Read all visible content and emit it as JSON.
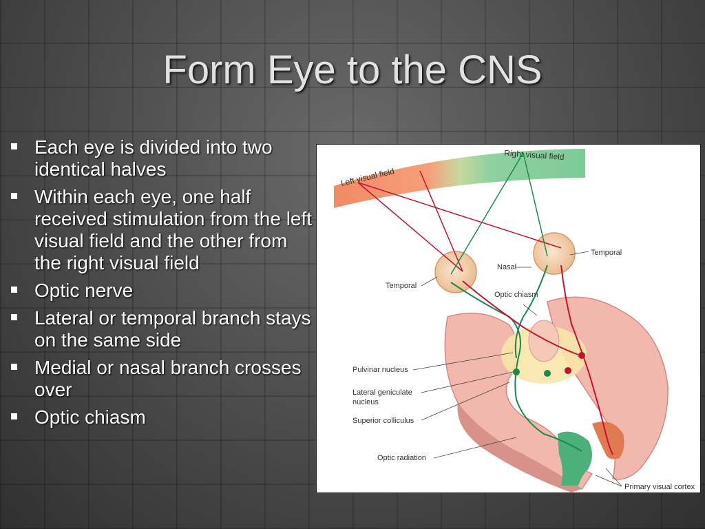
{
  "slide": {
    "title": "Form Eye to the CNS",
    "bullets": [
      "Each eye is divided into two identical halves",
      "Within each eye, one half received stimulation from the left visual field and the other from the right visual field",
      "Optic nerve",
      "Lateral or temporal branch stays on the same side",
      "Medial or nasal branch crosses over",
      "Optic chiasm"
    ]
  },
  "diagram": {
    "left_visual_field": "Left visual field",
    "right_visual_field": "Right visual field",
    "temporal_right": "Temporal",
    "nasal": "Nasal",
    "temporal_left": "Temporal",
    "optic_chiasm": "Optic chiasm",
    "pulvinar_nucleus": "Pulvinar nucleus",
    "lateral_geniculate_1": "Lateral geniculate",
    "lateral_geniculate_2": "nucleus",
    "superior_colliculus": "Superior colliculus",
    "optic_radiation": "Optic radiation",
    "primary_visual_cortex": "Primary visual cortex",
    "colors": {
      "left_field": "#f08a66",
      "right_field": "#8fd1a0",
      "left_path": "#c8102e",
      "right_path": "#1a8a4a",
      "brain": "#f2b8ae"
    }
  }
}
